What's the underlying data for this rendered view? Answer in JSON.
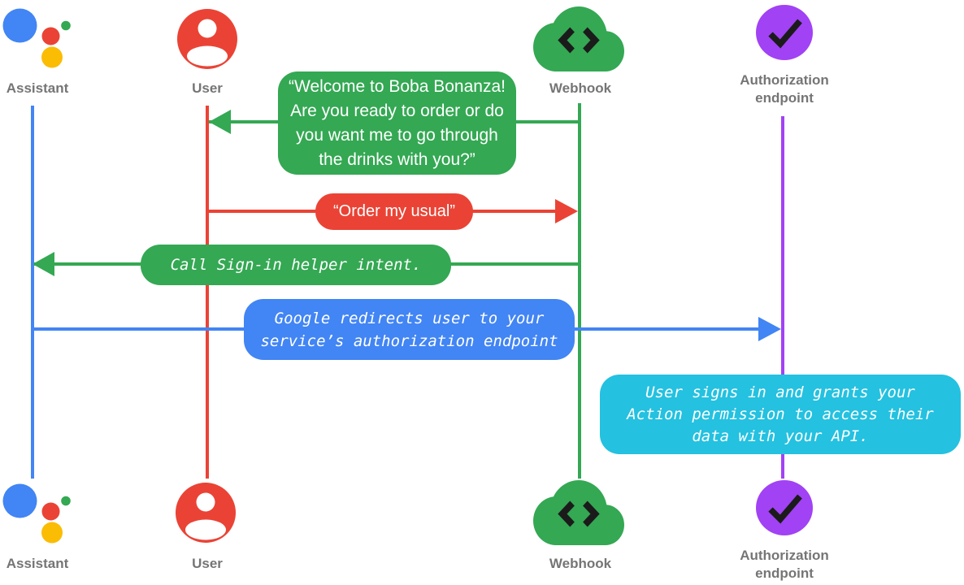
{
  "diagram": {
    "type": "sequence-diagram",
    "topic": "Account linking sign-in flow",
    "palette": {
      "blue": "#4285F4",
      "red": "#EA4335",
      "green": "#34A853",
      "yellow": "#FBBC04",
      "purple": "#A142F4",
      "cyan": "#24C1E0",
      "label_gray": "#757575"
    },
    "actors": [
      {
        "id": "assistant",
        "label": "Assistant",
        "icon": "google-assistant-logo",
        "color": "#4285F4"
      },
      {
        "id": "user",
        "label": "User",
        "icon": "person-circle-icon",
        "color": "#EA4335"
      },
      {
        "id": "webhook",
        "label": "Webhook",
        "icon": "cloud-code-icon",
        "color": "#34A853"
      },
      {
        "id": "authorization-endpoint",
        "label": "Authorization\nendpoint",
        "icon": "check-circle-icon",
        "color": "#A142F4"
      }
    ],
    "messages": [
      {
        "from": "webhook",
        "to": "user",
        "style": "speech",
        "color": "#34A853",
        "text": "“Welcome to Boba Bonanza!\nAre you ready to order or do\nyou want me to go through\nthe drinks with you?”"
      },
      {
        "from": "user",
        "to": "webhook",
        "style": "speech",
        "color": "#EA4335",
        "text": "“Order my usual”"
      },
      {
        "from": "webhook",
        "to": "assistant",
        "style": "code",
        "color": "#34A853",
        "text": "Call Sign-in helper intent."
      },
      {
        "from": "assistant",
        "to": "authorization-endpoint",
        "style": "code",
        "color": "#4285F4",
        "text": "Google redirects user to your\nservice’s authorization endpoint"
      },
      {
        "at": "authorization-endpoint",
        "style": "code-note",
        "color": "#24C1E0",
        "text": "User signs in and grants your\nAction permission to access their\ndata with your API."
      }
    ]
  }
}
